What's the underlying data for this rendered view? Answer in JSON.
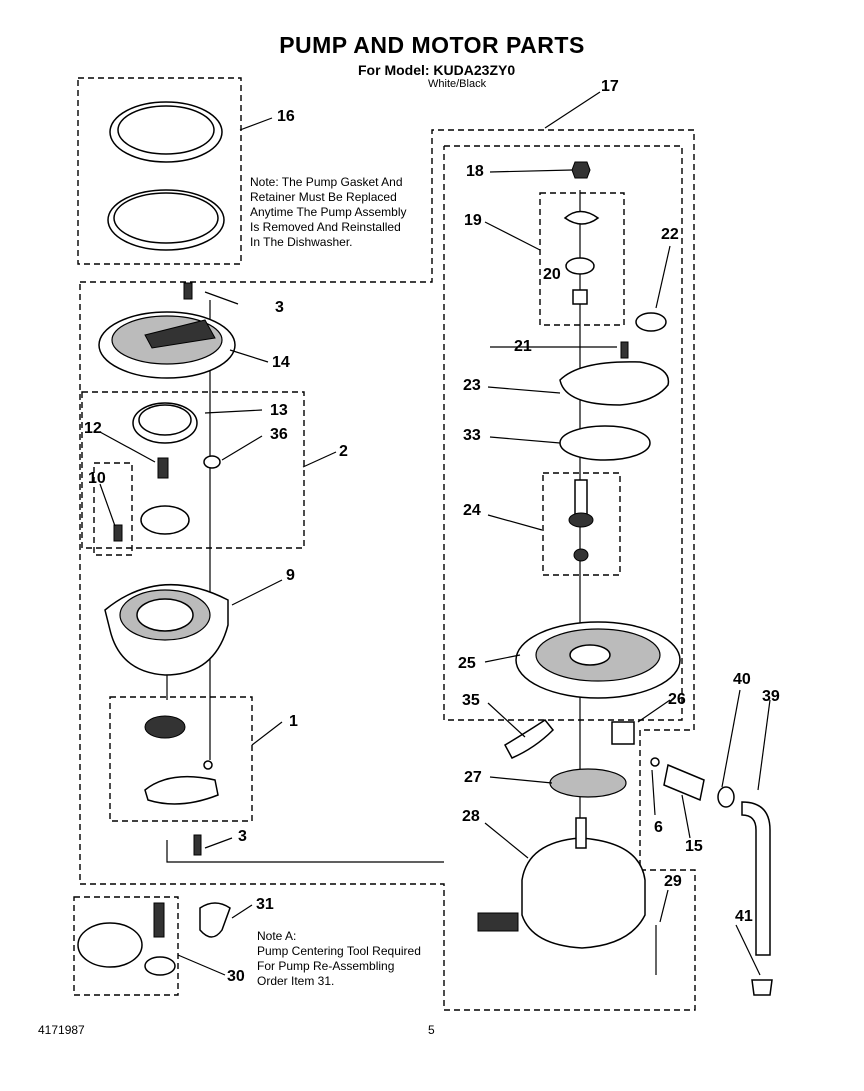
{
  "header": {
    "title": "PUMP AND MOTOR PARTS",
    "model": "For Model: KUDA23ZY0",
    "color": "White/Black"
  },
  "notes": {
    "gasket": "Note: The Pump Gasket    And\nRetainer Must Be Replaced\nAnytime The Pump Assembly\nIs  Removed And Reinstalled\nIn The Dishwasher.",
    "note_a": "Note A:\nPump Centering Tool Required\nFor Pump Re-Assembling\nOrder Item 31."
  },
  "callouts": {
    "c16": "16",
    "c17": "17",
    "c18": "18",
    "c19": "19",
    "c20": "20",
    "c21": "21",
    "c22": "22",
    "c3a": "3",
    "c14": "14",
    "c13": "13",
    "c12": "12",
    "c36": "36",
    "c2": "2",
    "c23": "23",
    "c33": "33",
    "c10": "10",
    "c24": "24",
    "c9": "9",
    "c25": "25",
    "c35": "35",
    "c26": "26",
    "c40": "40",
    "c39": "39",
    "c1": "1",
    "c27": "27",
    "c6": "6",
    "c15": "15",
    "c3b": "3",
    "c28": "28",
    "c29": "29",
    "c31": "31",
    "c41": "41",
    "c30": "30"
  },
  "footer": {
    "part_number": "4171987",
    "page": "5"
  }
}
